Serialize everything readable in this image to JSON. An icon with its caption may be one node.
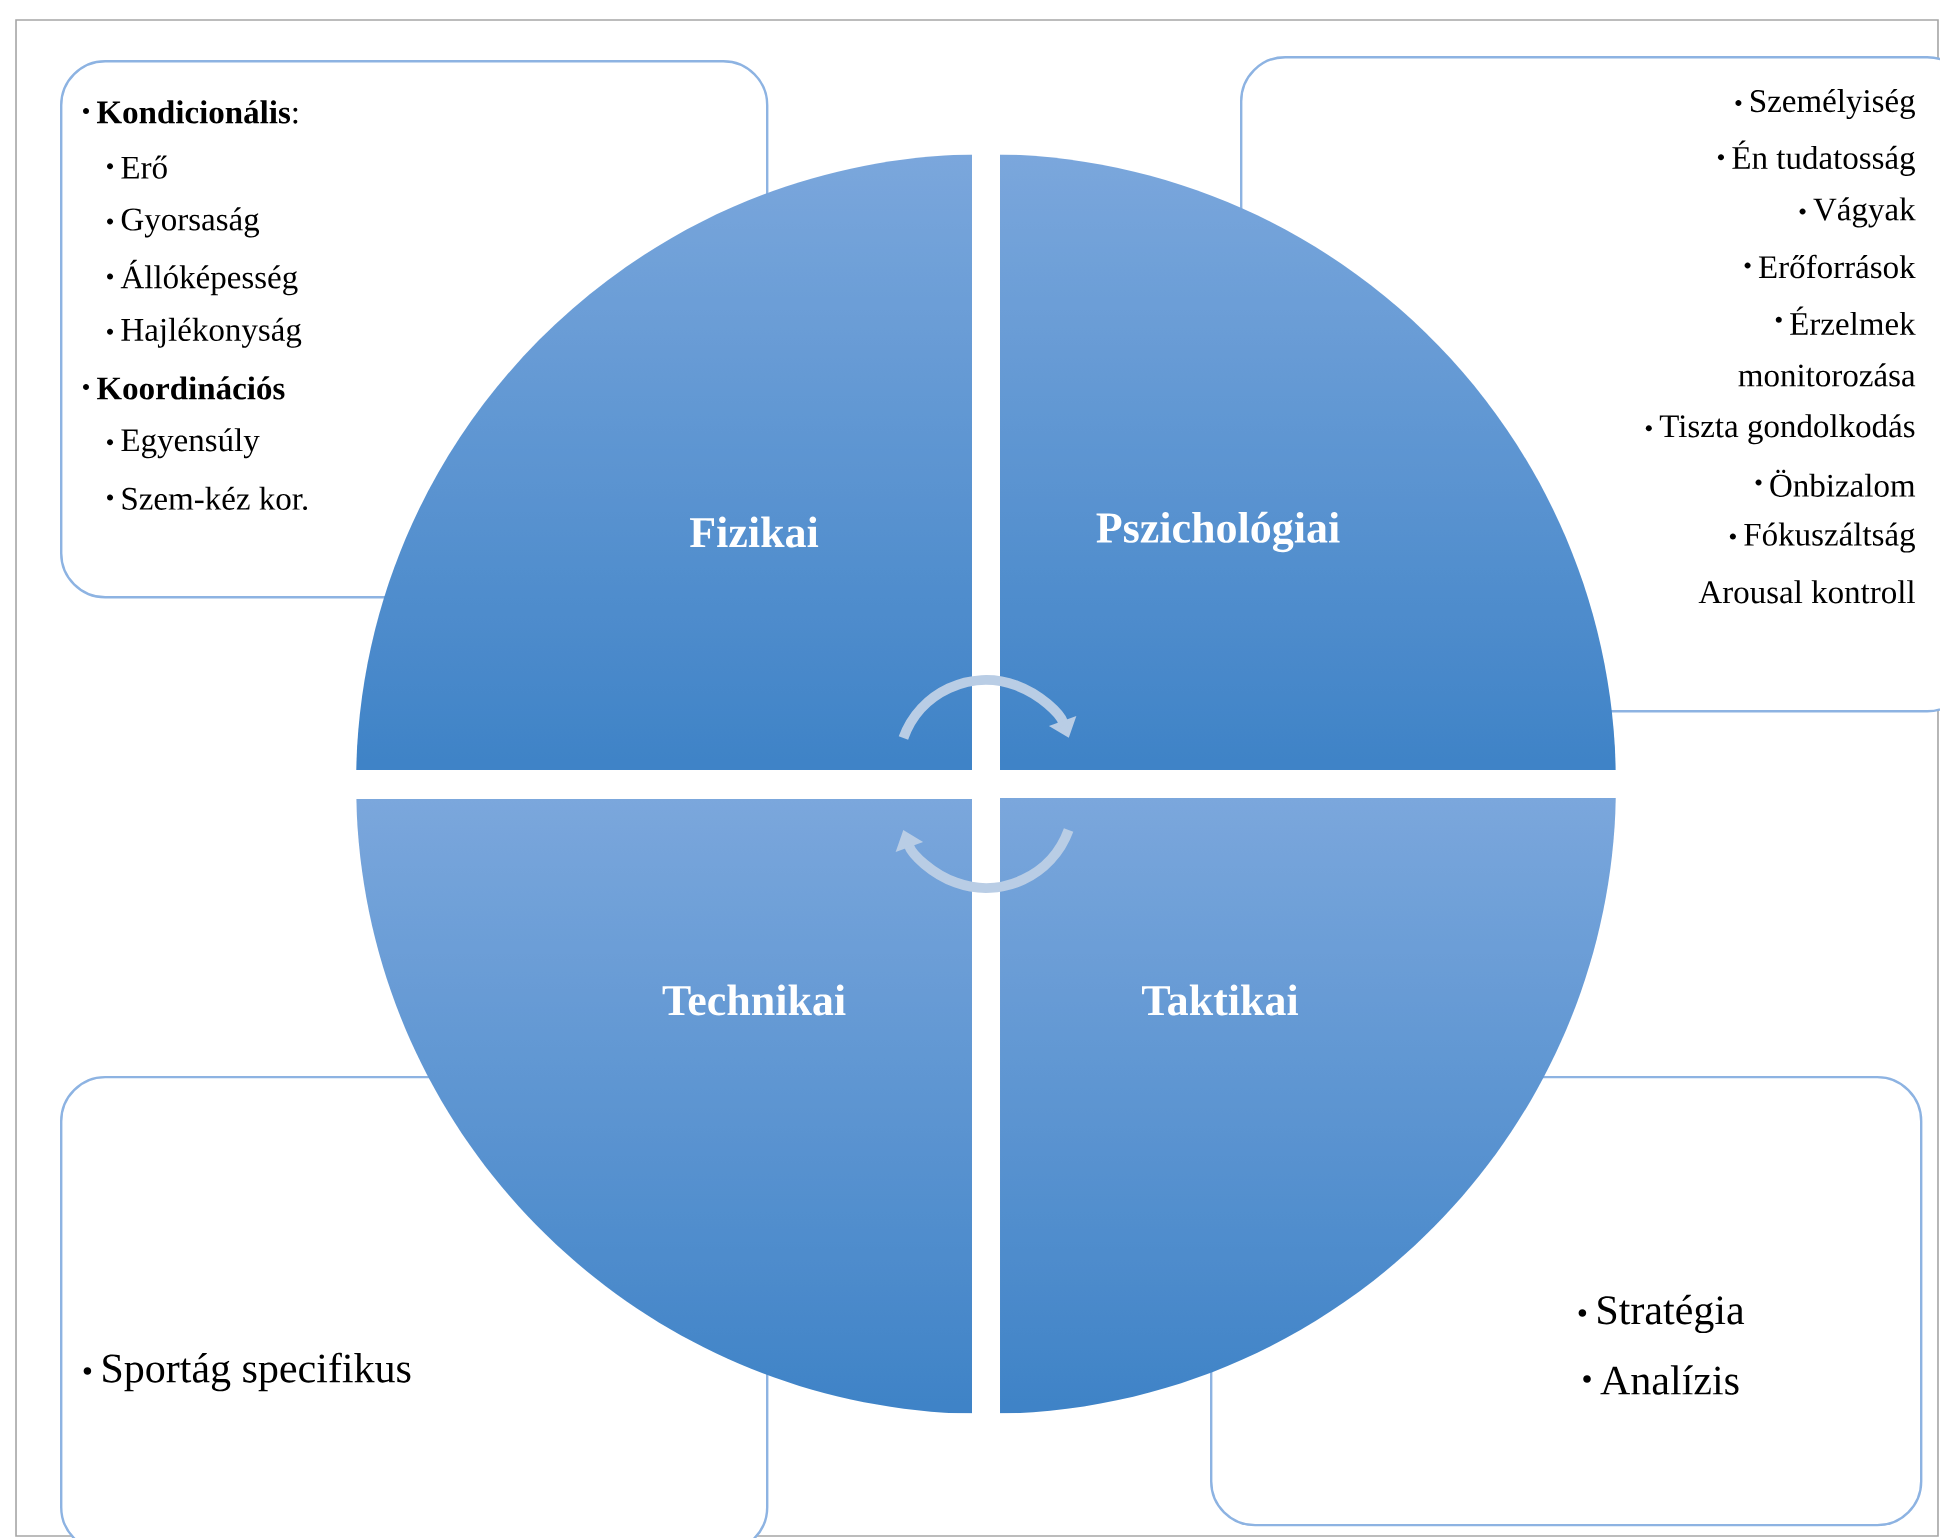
{
  "diagram": {
    "nodes": [
      {
        "text": [
          "Fizikai"
        ]
      },
      {
        "text": [
          "Pszichológiai"
        ]
      },
      {
        "text": [
          "Technikai"
        ]
      },
      {
        "text": [
          "Taktikai"
        ]
      },
      {
        "text": [
          "**Kondicionális**:",
          "Erő",
          "Gyorsaság",
          "Állóképesség",
          "Hajlékonyság",
          "**Koordinációs**",
          "Egyensúly",
          "Szem-kéz kor."
        ]
      },
      {
        "text": [
          "Személyiség",
          "Én tudatosság",
          "Vágyak",
          "Erőforrások",
          "Érzelmek",
          "monitorozása",
          "Tiszta gondolkodás",
          "Önbizalom",
          "Fókuszáltság",
          "Arousal kontroll"
        ]
      },
      {
        "text": [
          "Sportág specifikus"
        ]
      },
      {
        "text": [
          "Stratégia",
          "Analízis"
        ]
      }
    ]
  }
}
